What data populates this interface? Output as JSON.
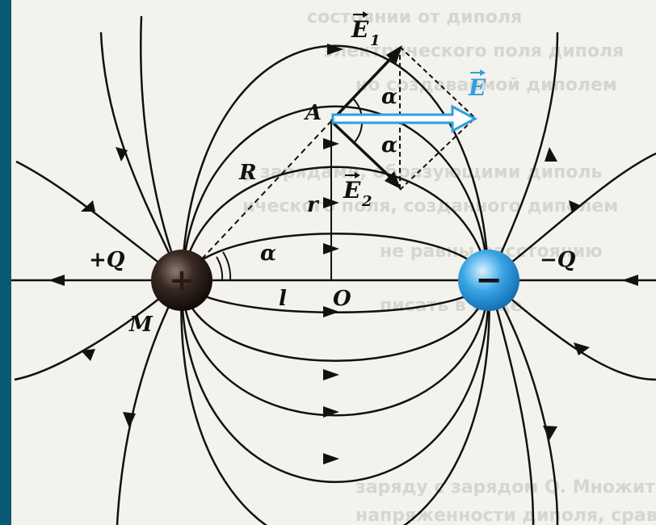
{
  "labels": {
    "E1": "E",
    "E1_sub": "1",
    "E2": "E",
    "E2_sub": "2",
    "E": "E",
    "A": "A",
    "R": "R",
    "r": "r",
    "alpha_top": "α",
    "alpha_bottom": "α",
    "alpha_charge": "α",
    "plusQ": "+Q",
    "minusQ": "−Q",
    "l": "l",
    "O": "O",
    "M": "M",
    "plus_sign": "+",
    "minus_sign": "−"
  },
  "colors": {
    "frame": "#0a5a73",
    "page": "#f3f2ec",
    "lines": "#111111",
    "resultant": "#2e9fe0",
    "positive_charge": "#2b1d18",
    "negative_charge": "#3aa6e6"
  },
  "background_text": [
    "состоянии от диполя",
    "электрического поля диполя",
    "но создаваемой диполем",
    "у зарядами, образующими диполь",
    "ического поля, созданного диполем",
    "не равны расстоянию",
    "писать в виде",
    "заряду с зарядом Q. Множитель",
    "напряженности диполя, сравнение с"
  ]
}
